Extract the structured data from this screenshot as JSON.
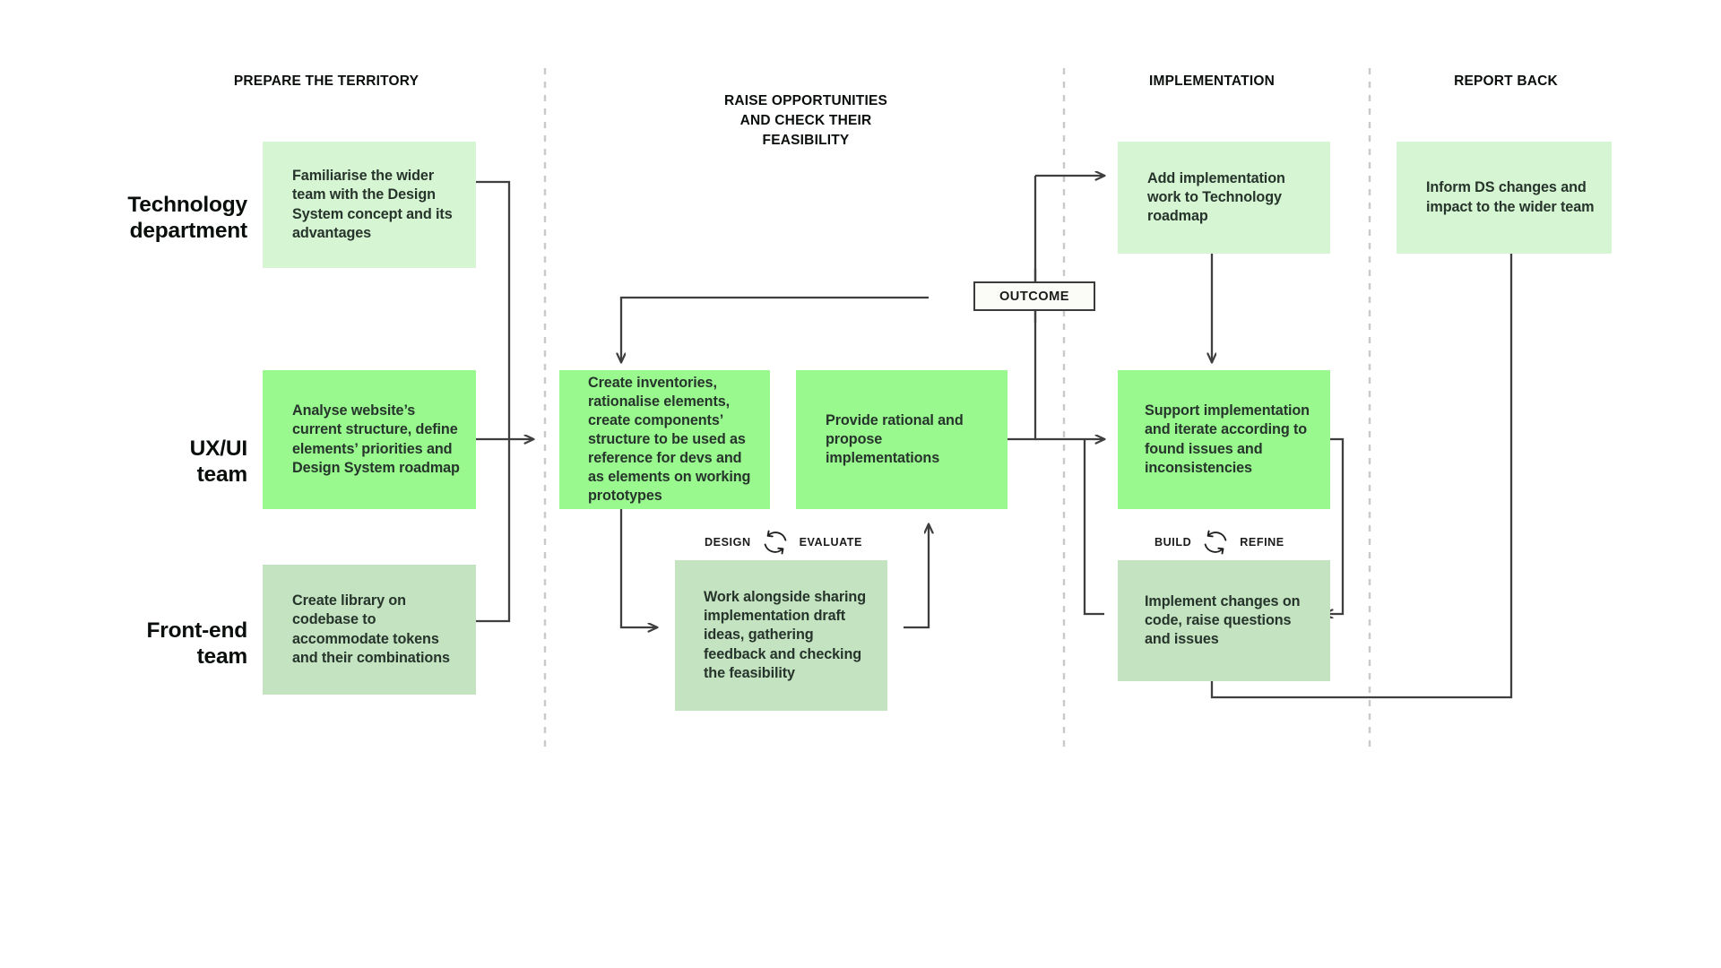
{
  "diagram": {
    "title_bar_absent": true,
    "phases": [
      {
        "id": "prepare",
        "label": "PREPARE THE TERRITORY"
      },
      {
        "id": "raise",
        "label": "RAISE OPPORTUNITIES\nAND CHECK THEIR\nFEASIBILITY"
      },
      {
        "id": "implement",
        "label": "IMPLEMENTATION"
      },
      {
        "id": "report",
        "label": "REPORT BACK"
      }
    ],
    "swimlanes": [
      {
        "id": "technology",
        "label": "Technology\ndepartment"
      },
      {
        "id": "uxui",
        "label": "UX/UI\nteam"
      },
      {
        "id": "frontend",
        "label": "Front-end\nteam"
      }
    ],
    "nodes": [
      {
        "id": "familiarise",
        "lane": "technology",
        "phase": "prepare",
        "text": "Familiarise the wider team with the Design System concept and its advantages",
        "fill": "#d6f5d3"
      },
      {
        "id": "analyse",
        "lane": "uxui",
        "phase": "prepare",
        "text": "Analyse website’s current structure, define elements’ priorities and Design System roadmap",
        "fill": "#99f98f"
      },
      {
        "id": "library",
        "lane": "frontend",
        "phase": "prepare",
        "text": "Create library on codebase to accommodate tokens and their combinations",
        "fill": "#c3e3c1"
      },
      {
        "id": "inventories",
        "lane": "uxui",
        "phase": "raise",
        "text": "Create inventories, rationalise elements, create components’ structure to be used as reference for devs and as elements on working prototypes",
        "fill": "#99f98f"
      },
      {
        "id": "rational",
        "lane": "uxui",
        "phase": "raise",
        "text": "Provide rational and propose implementations",
        "fill": "#99f98f"
      },
      {
        "id": "work-alongside",
        "lane": "frontend",
        "phase": "raise",
        "text": "Work alongside sharing implementation draft ideas, gathering feedback and checking the feasibility",
        "fill": "#c3e3c1"
      },
      {
        "id": "add-impl",
        "lane": "technology",
        "phase": "implement",
        "text": "Add implementation work to Technology roadmap",
        "fill": "#d6f5d3"
      },
      {
        "id": "support-impl",
        "lane": "uxui",
        "phase": "implement",
        "text": "Support implementation and iterate according to found issues and inconsistencies",
        "fill": "#99f98f"
      },
      {
        "id": "implement-changes",
        "lane": "frontend",
        "phase": "implement",
        "text": "Implement changes on code, raise questions and issues",
        "fill": "#c3e3c1"
      },
      {
        "id": "inform-ds",
        "lane": "technology",
        "phase": "report",
        "text": "Inform DS changes and impact to the wider team",
        "fill": "#d6f5d3"
      }
    ],
    "outcome_marker": {
      "label": "OUTCOME"
    },
    "cycles": [
      {
        "id": "design-evaluate",
        "left_label": "DESIGN",
        "right_label": "EVALUATE",
        "icon": "refresh-cycle-icon"
      },
      {
        "id": "build-refine",
        "left_label": "BUILD",
        "right_label": "REFINE",
        "icon": "refresh-cycle-icon"
      }
    ],
    "colors": {
      "fill_light": "#d6f5d3",
      "fill_bright": "#99f98f",
      "fill_sage": "#c3e3c1",
      "connector": "#3f3f3f",
      "divider": "#c9c9c9",
      "text": "#26342b",
      "heading": "#0b0f0c",
      "outcome_fill": "#fbfbf7"
    }
  }
}
